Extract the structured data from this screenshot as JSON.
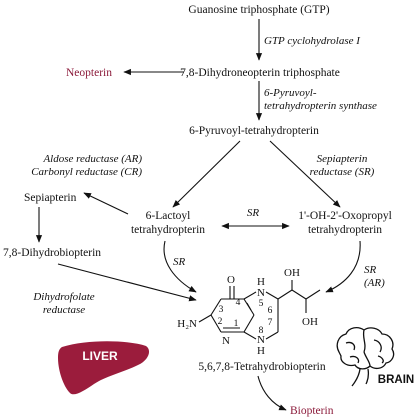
{
  "nodes": {
    "gtp": "Guanosine triphosphate (GTP)",
    "neopterin": "Neopterin",
    "dhnp": "7,8-Dihydroneopterin triphosphate",
    "pptp": "6-Pyruvoyl-tetrahydropterin",
    "sepiapterin": "Sepiapterin",
    "lactoyl_1": "6-Lactoyl",
    "lactoyl_2": "tetrahydropterin",
    "oxo_1": "1'-OH-2'-Oxopropyl",
    "oxo_2": "tetrahydropterin",
    "dhb": "7,8-Dihydrobiopterin",
    "bh4": "5,6,7,8-Tetrahydrobiopterin",
    "biopterin": "Biopterin"
  },
  "enzymes": {
    "gch1": "GTP cyclohydrolase I",
    "ptps_1": "6-Pyruvoyl-",
    "ptps_2": "tetrahydropterin synthase",
    "ar_1": "Aldose reductase (AR)",
    "ar_2": "Carbonyl reductase (CR)",
    "sr_right_1": "Sepiapterin",
    "sr_right_2": "reductase (SR)",
    "sr_mid": "SR",
    "sr_left": "SR",
    "sr_ar_1": "SR",
    "sr_ar_2": "(AR)",
    "dhfr_1": "Dihydrofolate",
    "dhfr_2": "reductase"
  },
  "molecule": {
    "o": "O",
    "nh_top": "H",
    "n_top": "N",
    "h2n": "H₂N",
    "n_left": "N",
    "n_bottom": "N",
    "nh_bottom": "H",
    "oh_1": "OH",
    "oh_2": "OH",
    "num_4": "4",
    "num_3": "3",
    "num_2": "2",
    "num_1": "1",
    "num_5": "5",
    "num_6": "6",
    "num_7": "7",
    "num_8": "8"
  },
  "badges": {
    "liver": "LIVER",
    "brain": "BRAIN"
  },
  "colors": {
    "accent": "#8b1a3a",
    "liver": "#9b1c3c",
    "text": "#111111"
  },
  "icons": [
    "liver-icon",
    "brain-icon"
  ]
}
